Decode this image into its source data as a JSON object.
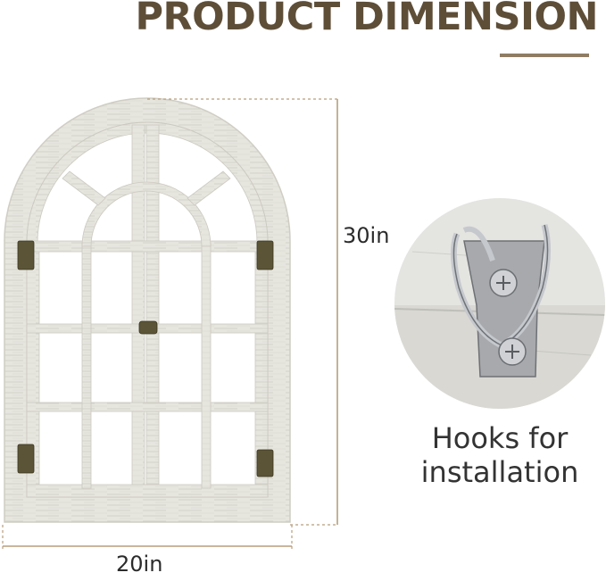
{
  "header": {
    "title": "PRODUCT DIMENSION",
    "accent_color": "#5e4e38",
    "underline_color": "#8f7c63"
  },
  "product": {
    "name": "arched-window-mirror-frame",
    "frame_color": "#e7e6df",
    "hinge_color": "#5b5437"
  },
  "dimensions": {
    "height": "30in",
    "width": "20in",
    "guide_color": "#b89e7c"
  },
  "hook_detail": {
    "caption": "Hooks for installation",
    "hook_color": "#b9bcc1"
  }
}
